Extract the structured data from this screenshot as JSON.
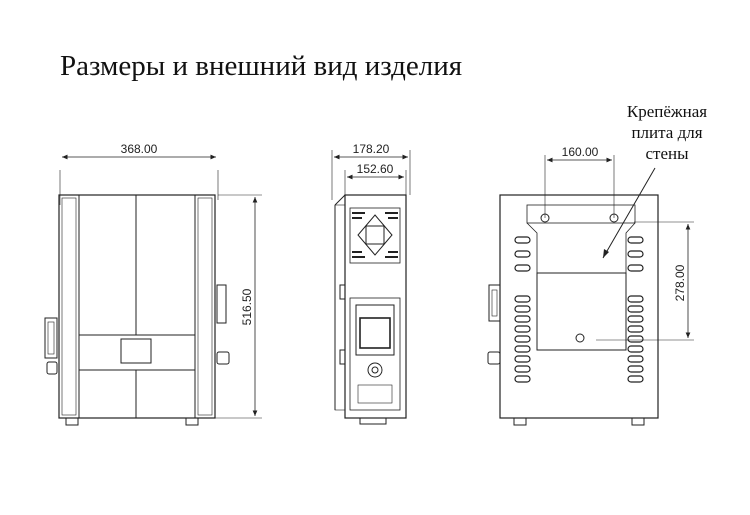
{
  "title": "Размеры и внешний вид изделия",
  "callout": {
    "line1": "Крепёжная",
    "line2": "плита для",
    "line3": "стены"
  },
  "dimensions": {
    "front_width": "368.00",
    "front_height": "516.50",
    "side_outer_depth": "178.20",
    "side_inner_depth": "152.60",
    "plate_width": "160.00",
    "plate_height": "278.00"
  }
}
